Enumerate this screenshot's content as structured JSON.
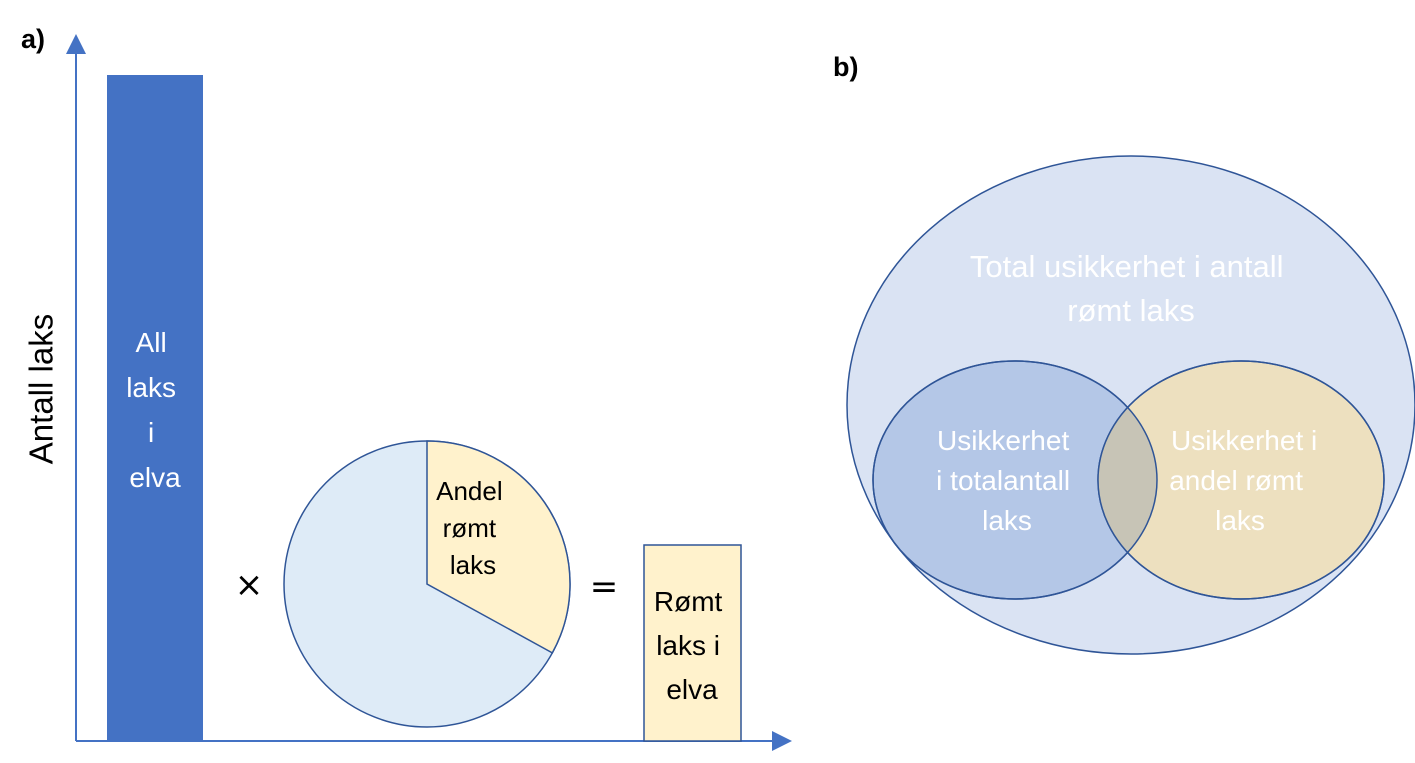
{
  "panel_a": {
    "label": "a)",
    "y_axis_label": "Antall laks",
    "bar_total": {
      "lines": [
        "All",
        "laks",
        "i",
        "elva"
      ],
      "color": "#4472c4"
    },
    "multiply_symbol": "×",
    "pie": {
      "lines": [
        "Andel",
        "rømt",
        "laks"
      ],
      "share_fraction": 0.33,
      "slice_color": "#fff2cc",
      "rest_color": "#deebf7",
      "stroke_color": "#2f5597"
    },
    "equals_symbol": "=",
    "bar_result": {
      "lines": [
        "Rømt",
        "laks i",
        "elva"
      ],
      "color": "#fff2cc"
    },
    "axis_color": "#4472c4"
  },
  "panel_b": {
    "label": "b)",
    "outer": {
      "lines": [
        "Total usikkerhet i antall",
        "rømt laks"
      ],
      "fill": "#dae3f3",
      "stroke": "#2f5597"
    },
    "left": {
      "lines": [
        "Usikkerhet",
        "i totalantall",
        "laks"
      ],
      "fill": "#b4c7e7"
    },
    "right": {
      "lines": [
        "Usikkerhet i",
        "andel rømt",
        "laks"
      ],
      "fill": "#ede0bf"
    }
  }
}
